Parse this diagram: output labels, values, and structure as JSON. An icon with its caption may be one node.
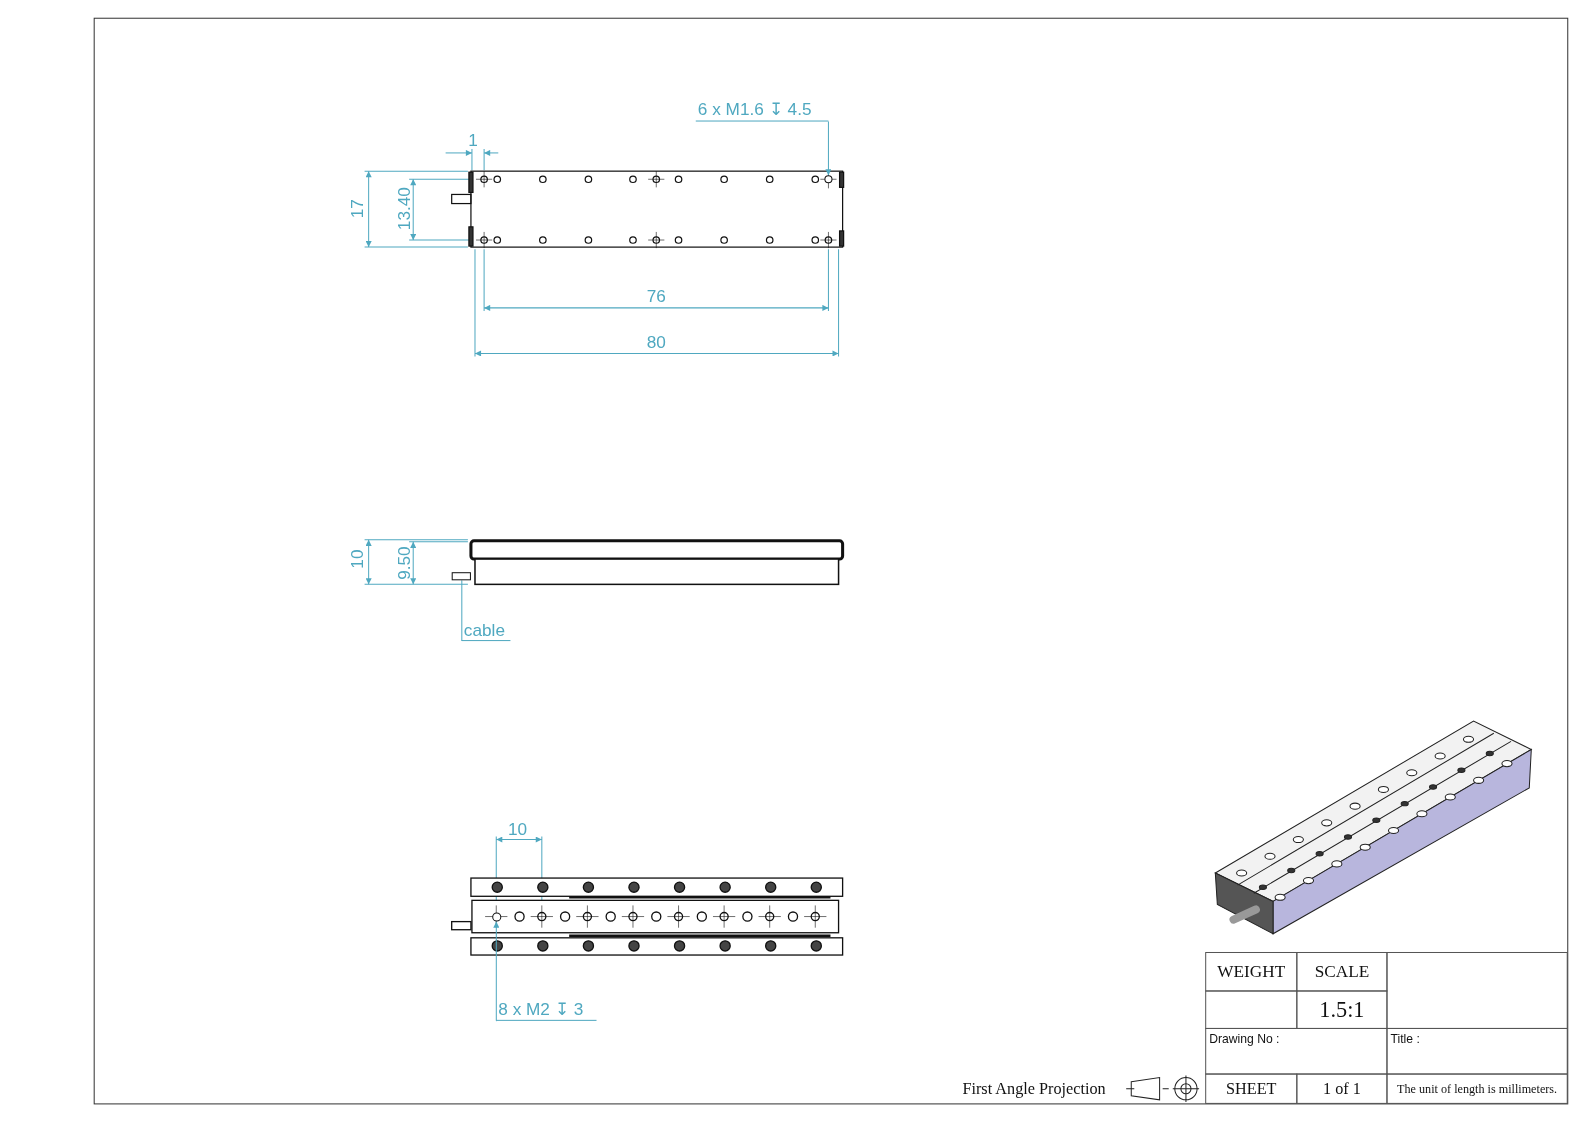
{
  "diagram": {
    "nodes": [
      {
        "text": [
          "6 x M1.6 ↧ 4.5"
        ]
      },
      {
        "text": [],
        "shape": "circle"
      },
      {
        "text": [
          "cable"
        ]
      },
      {
        "text": [],
        "shape": "bar"
      },
      {
        "text": [
          "8 x M2 ↧ 3"
        ]
      },
      {
        "text": [],
        "shape": "circle"
      }
    ],
    "edges": [
      {
        "from": 0,
        "to": 1,
        "arrow": "to"
      },
      {
        "from": 3,
        "to": 2,
        "arrow": "none"
      },
      {
        "from": 4,
        "to": 5,
        "arrow": "to"
      }
    ],
    "labels": [
      "1",
      "17",
      "13.40",
      "76",
      "80",
      "10",
      "9.50",
      "10",
      "WEIGHT",
      "SCALE",
      "1.5:1",
      "Drawing No :",
      "Title :",
      "First Angle Projection",
      "SHEET",
      "1 of 1",
      "The unit of length is millimeters."
    ]
  }
}
